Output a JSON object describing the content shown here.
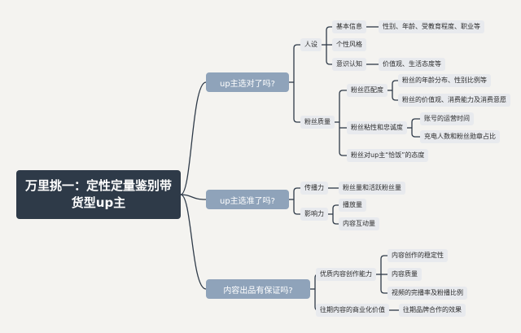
{
  "root": "万里挑一：定性定量鉴别带货型up主",
  "branches": [
    {
      "label": "up主选对了吗?",
      "children": [
        {
          "label": "人设",
          "children": [
            {
              "label": "基本信息",
              "children": [
                {
                  "label": "性别、年龄、受教育程度、职业等"
                }
              ]
            },
            {
              "label": "个性风格"
            },
            {
              "label": "意识认知",
              "children": [
                {
                  "label": "价值观、生活态度等"
                }
              ]
            }
          ]
        },
        {
          "label": "粉丝质量",
          "children": [
            {
              "label": "粉丝匹配度",
              "children": [
                {
                  "label": "粉丝的年龄分布、性别比例等"
                },
                {
                  "label": "粉丝的价值观、消费能力及消费意愿"
                }
              ]
            },
            {
              "label": "粉丝粘性和忠诚度",
              "children": [
                {
                  "label": "账号的运营时间"
                },
                {
                  "label": "充电人数和粉丝勋章占比"
                }
              ]
            },
            {
              "label": "粉丝对up主“恰饭”的态度"
            }
          ]
        }
      ]
    },
    {
      "label": "up主选准了吗?",
      "children": [
        {
          "label": "传播力",
          "children": [
            {
              "label": "粉丝量和活跃粉丝量"
            }
          ]
        },
        {
          "label": "影响力",
          "children": [
            {
              "label": "播放量"
            },
            {
              "label": "内容互动量"
            }
          ]
        }
      ]
    },
    {
      "label": "内容出品有保证吗?",
      "children": [
        {
          "label": "优质内容创作能力",
          "children": [
            {
              "label": "内容创作的稳定性"
            },
            {
              "label": "内容质量"
            },
            {
              "label": "视频的完播率及粉播比例"
            }
          ]
        },
        {
          "label": "往期内容的商业化价值",
          "children": [
            {
              "label": "往期品牌合作的效果"
            }
          ]
        }
      ]
    }
  ]
}
